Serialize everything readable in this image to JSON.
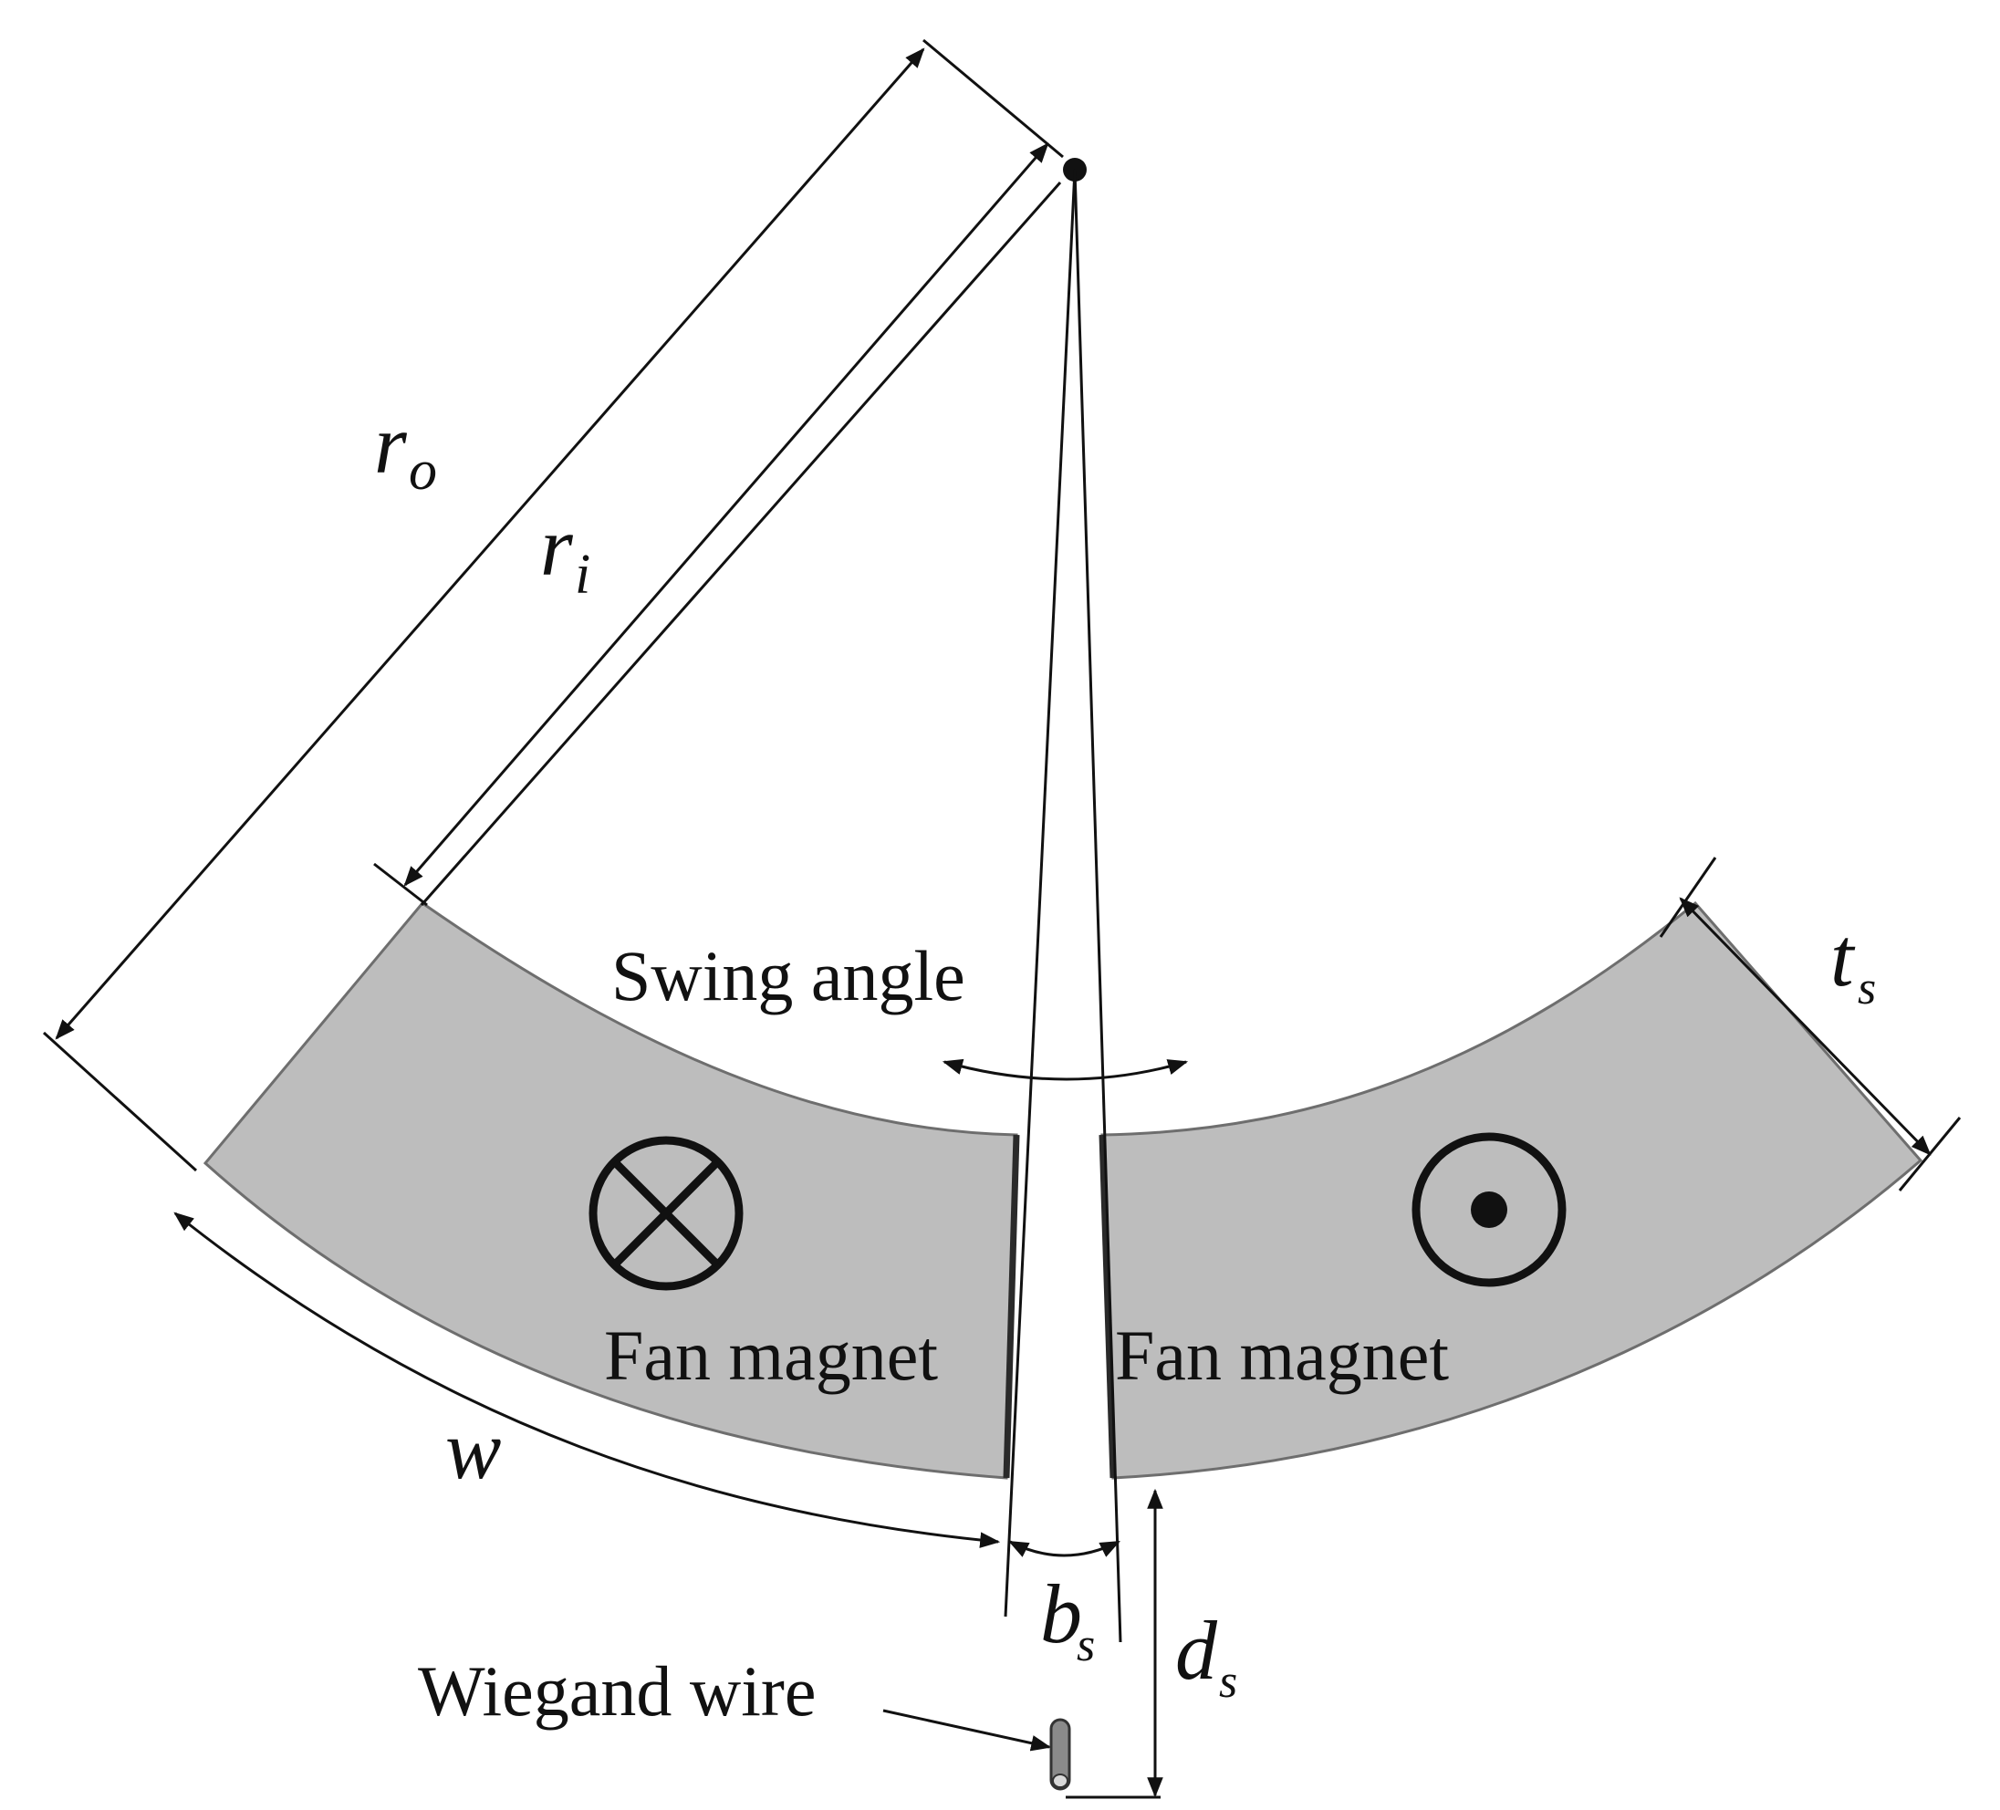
{
  "labels": {
    "swing_angle": "Swing angle",
    "fan_magnet_left": "Fan magnet",
    "fan_magnet_right": "Fan magnet",
    "wiegand_wire": "Wiegand wire"
  },
  "symbols": {
    "r_o": {
      "base": "r",
      "sub": "o"
    },
    "r_i": {
      "base": "r",
      "sub": "i"
    },
    "t_s": {
      "base": "t",
      "sub": "s"
    },
    "w": {
      "base": "w"
    },
    "b_s": {
      "base": "b",
      "sub": "s"
    },
    "d_s": {
      "base": "d",
      "sub": "s"
    }
  },
  "colors": {
    "magnet_fill": "#bdbdbd",
    "magnet_edge": "#6e6e6e",
    "line": "#111111"
  },
  "icons": {
    "left_magnet": "cross-circle-icon",
    "right_magnet": "dot-circle-icon"
  }
}
